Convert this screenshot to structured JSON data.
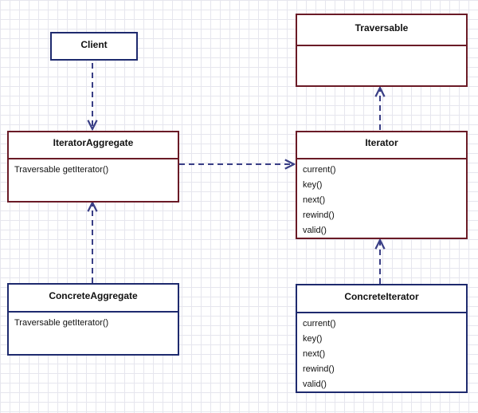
{
  "colors": {
    "blue": "#1e2a6e",
    "red": "#6a1a26",
    "connector": "#3a3f86",
    "grid": "#e6e6ee"
  },
  "classes": {
    "client": {
      "name": "Client"
    },
    "traversable": {
      "name": "Traversable"
    },
    "iterator_aggregate": {
      "name": "IteratorAggregate",
      "members": [
        "Traversable getIterator()"
      ]
    },
    "iterator": {
      "name": "Iterator",
      "members": [
        "current()",
        "key()",
        "next()",
        "rewind()",
        "valid()"
      ]
    },
    "concrete_aggregate": {
      "name": "ConcreteAggregate",
      "members": [
        "Traversable getIterator()"
      ]
    },
    "concrete_iterator": {
      "name": "ConcreteIterator",
      "members": [
        "current()",
        "key()",
        "next()",
        "rewind()",
        "valid()"
      ]
    }
  }
}
